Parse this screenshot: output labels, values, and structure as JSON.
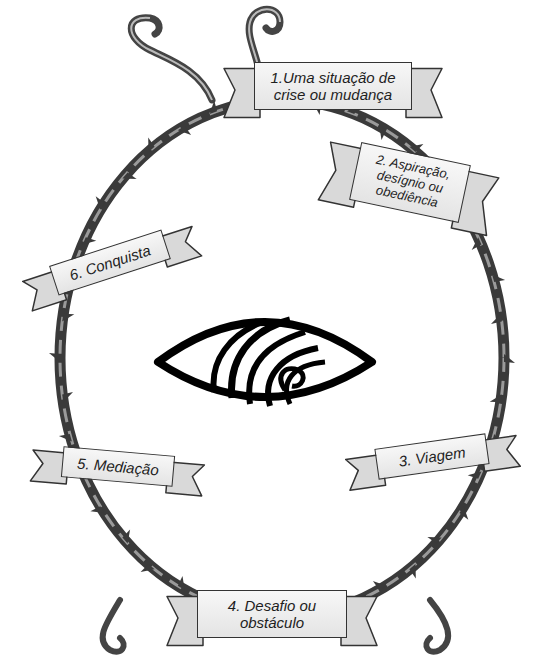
{
  "diagram": {
    "nodes": [
      {
        "text": [
          "1.Uma situação de crise ou mudança"
        ]
      },
      {
        "text": [
          "2. Aspiração, desígnio ou obediência"
        ]
      },
      {
        "text": [
          "3. Viagem"
        ]
      },
      {
        "text": [
          "4. Desafio ou obstáculo"
        ]
      },
      {
        "text": [
          "5. Mediação"
        ]
      },
      {
        "text": [
          "6. Conquista"
        ]
      }
    ]
  }
}
